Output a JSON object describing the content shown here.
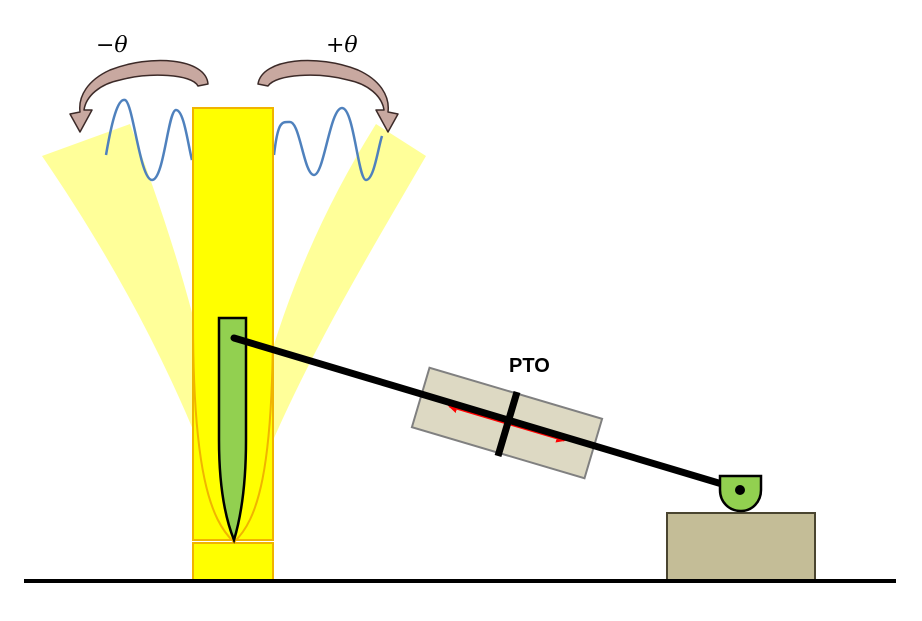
{
  "labels": {
    "theta_negative": "−θ",
    "theta_positive": "+θ",
    "pto": "PTO"
  },
  "colors": {
    "flap_fill": "#ffff00",
    "flap_stroke": "#f0b400",
    "swept_region": "#ffff99",
    "float_fill": "#92d050",
    "wave": "#4f81bd",
    "rotation_arrow_fill": "#c8a8a0",
    "rotation_arrow_stroke": "#3c2a28",
    "pto_body_fill": "#ddd9c3",
    "pto_body_stroke": "#808080",
    "pto_motion_arrow": "#ff0000",
    "anchor_block_fill": "#c4bd97",
    "anchor_block_stroke": "#4a4530",
    "rod": "#000000",
    "seabed": "#000000"
  },
  "icons": {
    "rotation_negative": "curved-arrow-counterclockwise",
    "rotation_positive": "curved-arrow-clockwise",
    "pto_motion": "double-headed-arrow"
  }
}
